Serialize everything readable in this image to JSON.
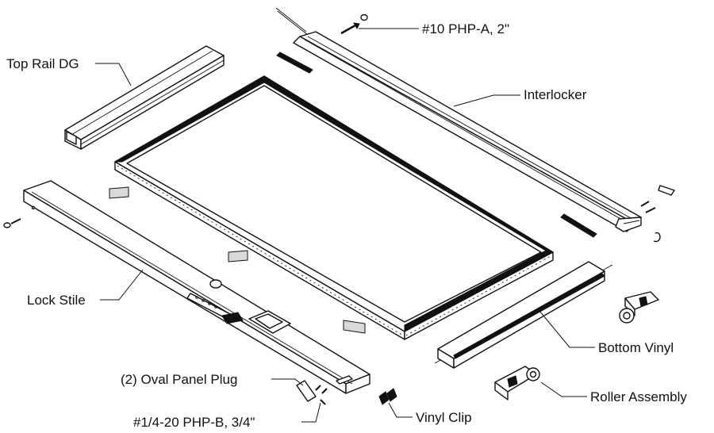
{
  "diagram": {
    "labels": {
      "screw_top": "#10 PHP-A, 2\"",
      "top_rail": "Top Rail DG",
      "interlocker": "Interlocker",
      "lock_stile": "Lock Stile",
      "bottom_vinyl": "Bottom Vinyl",
      "oval_plug": "(2) Oval Panel Plug",
      "roller_assembly": "Roller Assembly",
      "screw_bottom": "#1/4-20 PHP-B, 3/4\"",
      "vinyl_clip": "Vinyl Clip"
    }
  }
}
